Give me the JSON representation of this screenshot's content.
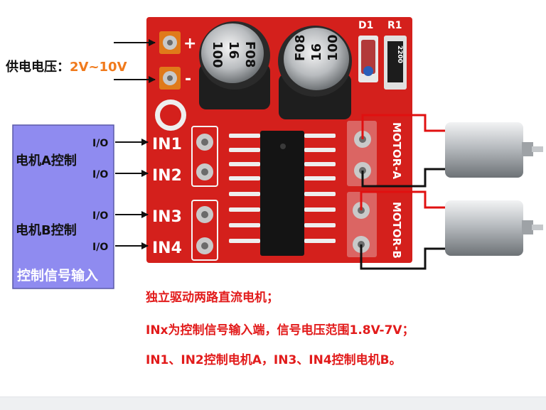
{
  "supply": {
    "label": "供电电压：",
    "range": "2V~10V",
    "plus": "+",
    "minus": "-"
  },
  "control_box": {
    "motor_a": "电机A控制",
    "motor_b": "电机B控制",
    "footer": "控制信号输入",
    "io_labels": [
      "I/O",
      "I/O",
      "I/O",
      "I/O"
    ]
  },
  "board": {
    "inputs": [
      "IN1",
      "IN2",
      "IN3",
      "IN4"
    ],
    "motor_a_label": "MOTOR-A",
    "motor_b_label": "MOTOR-B",
    "d1": "D1",
    "r1": "R1",
    "resistor_code": "2200",
    "cap_left": [
      "100",
      "16",
      "F08"
    ],
    "cap_right": [
      "100",
      "16",
      "F08"
    ]
  },
  "captions": [
    "独立驱动两路直流电机；",
    "INx为控制信号输入端，信号电压范围1.8V-7V；",
    "IN1、IN2控制电机A，IN3、IN4控制电机B。"
  ],
  "colors": {
    "board_red": "#d4201c",
    "control_box": "#8f8bf0",
    "caption_red": "#e21b1b",
    "range_orange": "#f07a1c",
    "wire_red": "#e01010"
  }
}
